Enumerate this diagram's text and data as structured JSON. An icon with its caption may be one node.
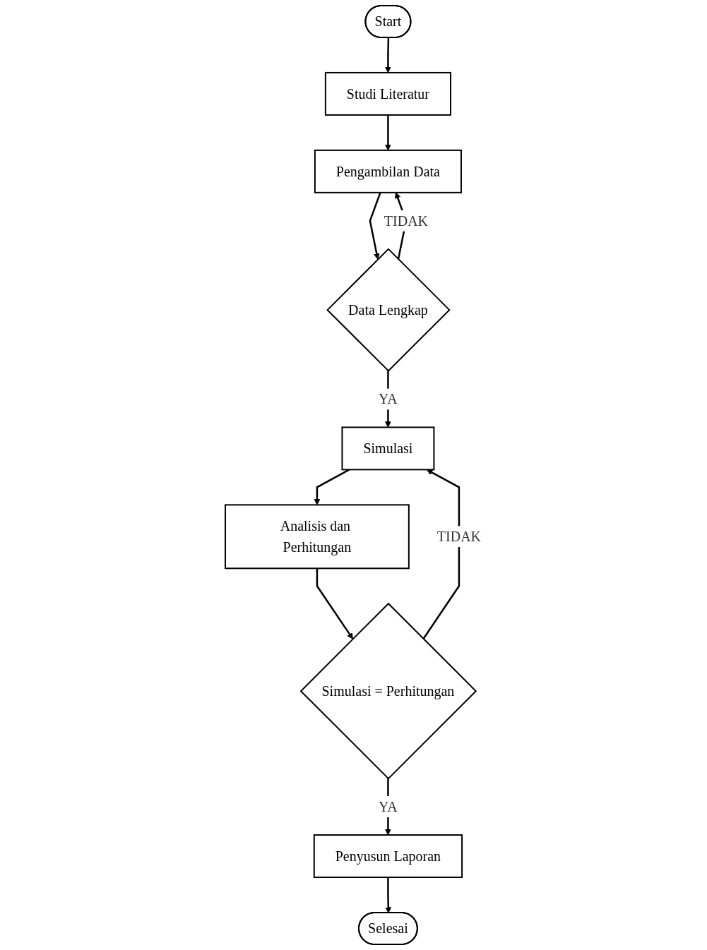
{
  "diagram": {
    "nodes": [
      {
        "text": [
          "Start"
        ]
      },
      {
        "text": [
          "Studi Literatur"
        ]
      },
      {
        "text": [
          "Pengambilan Data"
        ]
      },
      {
        "text": [
          "Data Lengkap"
        ]
      },
      {
        "text": [
          "Simulasi"
        ]
      },
      {
        "text": [
          "Analisis dan Perhitungan"
        ]
      },
      {
        "text": [
          "Simulasi = Perhitungan"
        ]
      },
      {
        "text": [
          "Penyusun Laporan"
        ]
      },
      {
        "text": [
          "Selesai"
        ]
      }
    ],
    "edges": [
      {
        "from": 0,
        "to": 1,
        "arrow": "to"
      },
      {
        "from": 1,
        "to": 2,
        "arrow": "to"
      },
      {
        "from": 2,
        "to": 3,
        "arrow": "to"
      },
      {
        "from": 3,
        "to": 2,
        "arrow": "to",
        "label": "TIDAK"
      },
      {
        "from": 3,
        "to": 4,
        "arrow": "to",
        "label": "YA"
      },
      {
        "from": 4,
        "to": 5,
        "arrow": "to"
      },
      {
        "from": 5,
        "to": 6,
        "arrow": "to"
      },
      {
        "from": 6,
        "to": 4,
        "arrow": "to",
        "label": "TIDAK"
      },
      {
        "from": 6,
        "to": 7,
        "arrow": "to",
        "label": "YA"
      },
      {
        "from": 7,
        "to": 8,
        "arrow": "to"
      }
    ]
  }
}
